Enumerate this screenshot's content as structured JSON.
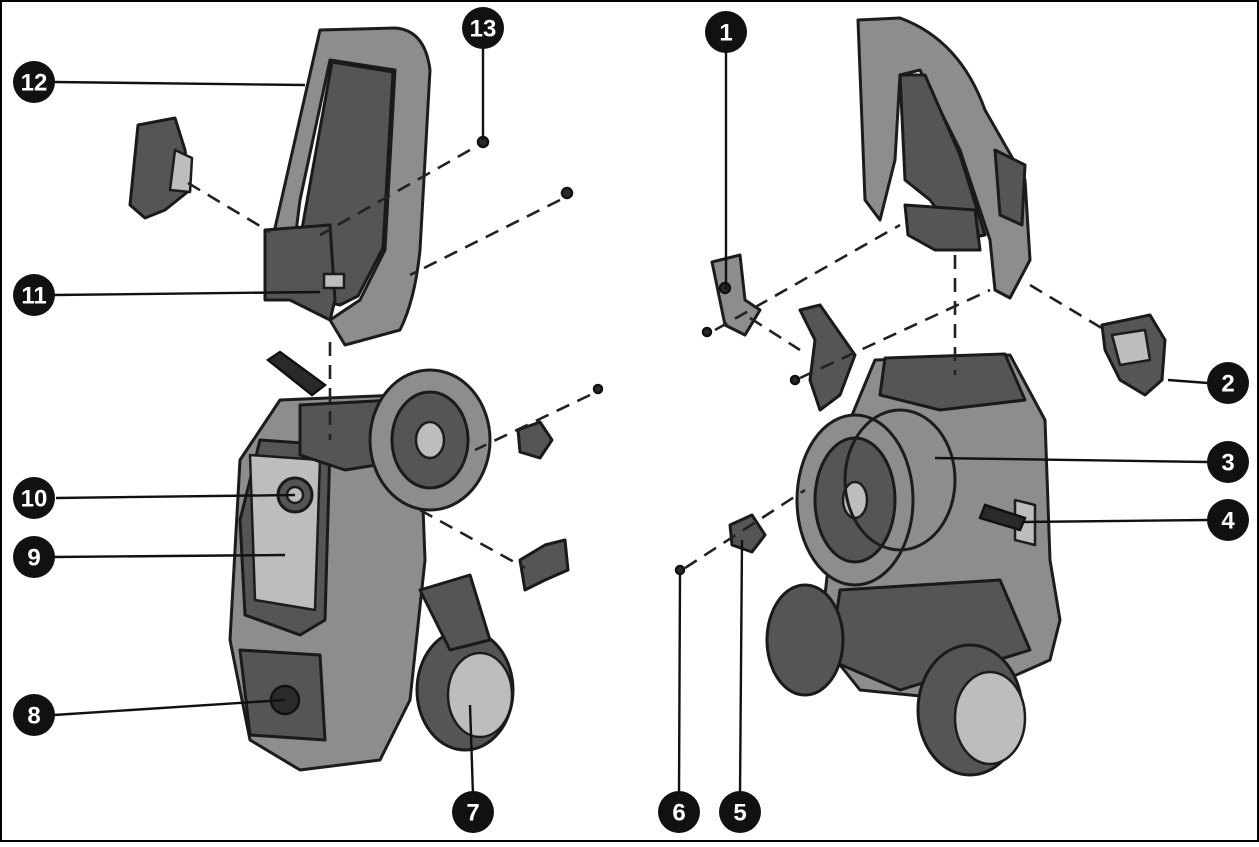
{
  "callouts": [
    {
      "id": "12",
      "text": "12"
    },
    {
      "id": "13",
      "text": "13"
    },
    {
      "id": "11",
      "text": "11"
    },
    {
      "id": "10",
      "text": "10"
    },
    {
      "id": "9",
      "text": "9"
    },
    {
      "id": "8",
      "text": "8"
    },
    {
      "id": "7",
      "text": "7"
    },
    {
      "id": "1",
      "text": "1"
    },
    {
      "id": "2",
      "text": "2"
    },
    {
      "id": "3",
      "text": "3"
    },
    {
      "id": "4",
      "text": "4"
    },
    {
      "id": "5",
      "text": "5"
    },
    {
      "id": "6",
      "text": "6"
    }
  ],
  "colors": {
    "callout_fill": "#111111",
    "callout_text": "#ffffff",
    "frame": "#000000"
  }
}
